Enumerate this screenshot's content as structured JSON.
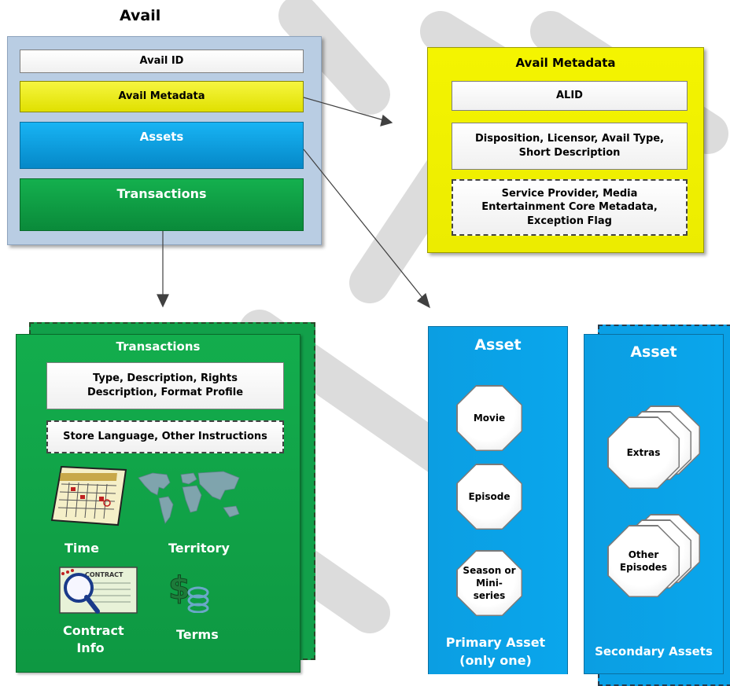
{
  "avail": {
    "title": "Avail",
    "avail_id": "Avail ID",
    "avail_metadata": "Avail Metadata",
    "assets": "Assets",
    "transactions": "Transactions"
  },
  "metadata_box": {
    "title": "Avail Metadata",
    "alid": "ALID",
    "disposition": "Disposition, Licensor, Avail Type, Short Description",
    "service_provider": "Service Provider, Media Entertainment Core Metadata, Exception Flag"
  },
  "transactions_box": {
    "title": "Transactions",
    "type_desc": "Type, Description, Rights Description, Format Profile",
    "store_language": "Store Language, Other Instructions",
    "items": [
      {
        "label": "Time",
        "icon": "calendar-icon"
      },
      {
        "label": "Territory",
        "icon": "world-map-icon"
      },
      {
        "label": "Contract Info",
        "icon": "contract-magnifier-icon"
      },
      {
        "label": "Terms",
        "icon": "dollar-coins-icon"
      }
    ]
  },
  "primary_asset": {
    "title": "Asset",
    "items": [
      "Movie",
      "Episode",
      "Season or Mini-series"
    ],
    "footer": "Primary Asset (only one)"
  },
  "secondary_asset": {
    "title": "Asset",
    "items": [
      "Extras",
      "Other Episodes"
    ],
    "footer": "Secondary Assets"
  },
  "colors": {
    "avail_bg": "#b9cde3",
    "yellow": "#f2f200",
    "blue": "#0aa0e6",
    "green": "#10a848",
    "watermark": "#d4d4d4"
  }
}
